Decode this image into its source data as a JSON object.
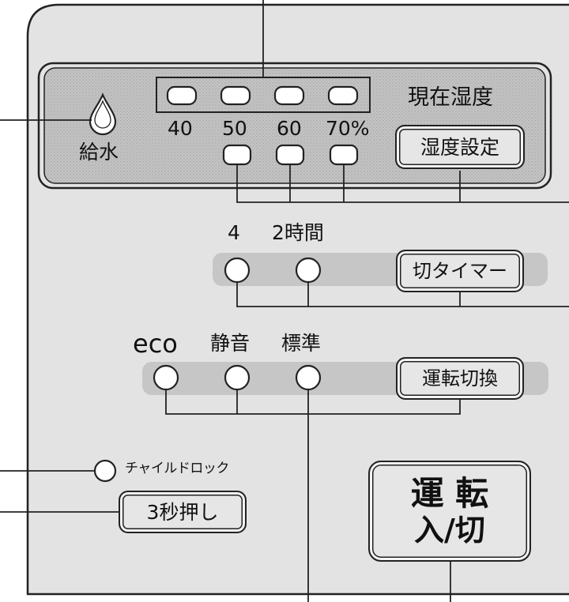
{
  "colors": {
    "panel": "#e3e3e3",
    "band": "#c6c6c6",
    "outline": "#222222",
    "lamp": "#ffffff"
  },
  "water": {
    "label": "給水",
    "icon": "water-drop-icon"
  },
  "humidity": {
    "levels": [
      "40",
      "50",
      "60",
      "70%"
    ],
    "current_label": "現在湿度",
    "setting_button": "湿度設定"
  },
  "timer": {
    "options": [
      "4",
      "2時間"
    ],
    "button": "切タイマー"
  },
  "mode": {
    "options": [
      "eco",
      "静音",
      "標準"
    ],
    "button": "運転切換"
  },
  "child_lock": {
    "label": "チャイルドロック",
    "button": "3秒押し"
  },
  "power": {
    "line1": "運 転",
    "line2": "入/切"
  }
}
